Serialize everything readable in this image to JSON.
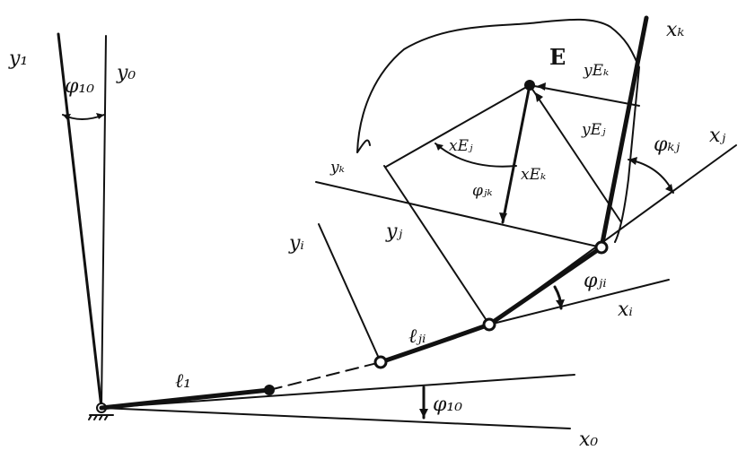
{
  "labels": {
    "y1": "y₁",
    "y0": "y₀",
    "phi10_top": "φ₁₀",
    "x0": "x₀",
    "phi10_bottom": "φ₁₀",
    "l1": "ℓ₁",
    "yi": "yᵢ",
    "lji": "ℓⱼᵢ",
    "xi": "xᵢ",
    "phiji": "φⱼᵢ",
    "yj": "yⱼ",
    "xj": "xⱼ",
    "phikj": "φₖⱼ",
    "xk": "xₖ",
    "yk": "yₖ",
    "E": "E",
    "yEk": "yEₖ",
    "yEj": "yEⱼ",
    "xEj": "xEⱼ",
    "xEk": "xEₖ",
    "phijk": "φⱼₖ"
  }
}
